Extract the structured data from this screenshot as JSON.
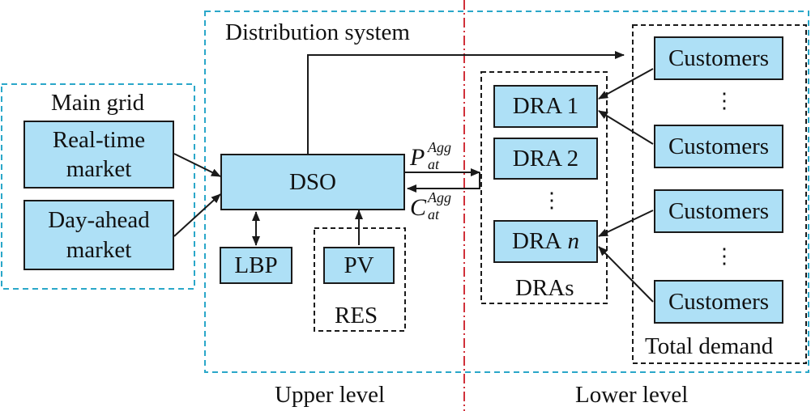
{
  "regions": {
    "distribution_system": "Distribution system",
    "main_grid": "Main grid",
    "res": "RES",
    "dras": "DRAs",
    "total_demand": "Total demand",
    "upper_level": "Upper level",
    "lower_level": "Lower level"
  },
  "markets": {
    "real_time_line1": "Real-time",
    "real_time_line2": "market",
    "day_ahead_line1": "Day-ahead",
    "day_ahead_line2": "market"
  },
  "nodes": {
    "dso": "DSO",
    "lbp": "LBP",
    "pv": "PV",
    "dra1": "DRA 1",
    "dra2": "DRA 2",
    "dran_prefix": "DRA",
    "dran_suffix": "n",
    "customers": [
      "Customers",
      "Customers",
      "Customers",
      "Customers"
    ]
  },
  "signals": {
    "p_symbol": "P",
    "p_sup": "Agg",
    "p_sub": "at",
    "c_symbol": "C",
    "c_sup": "Agg",
    "c_sub": "at"
  },
  "ellipsis": "⋮",
  "colors": {
    "box_fill": "#aee0f6",
    "cyan_dashed": "#2aa7c9",
    "red_divider": "#d0303a",
    "black": "#1a1a1a"
  }
}
